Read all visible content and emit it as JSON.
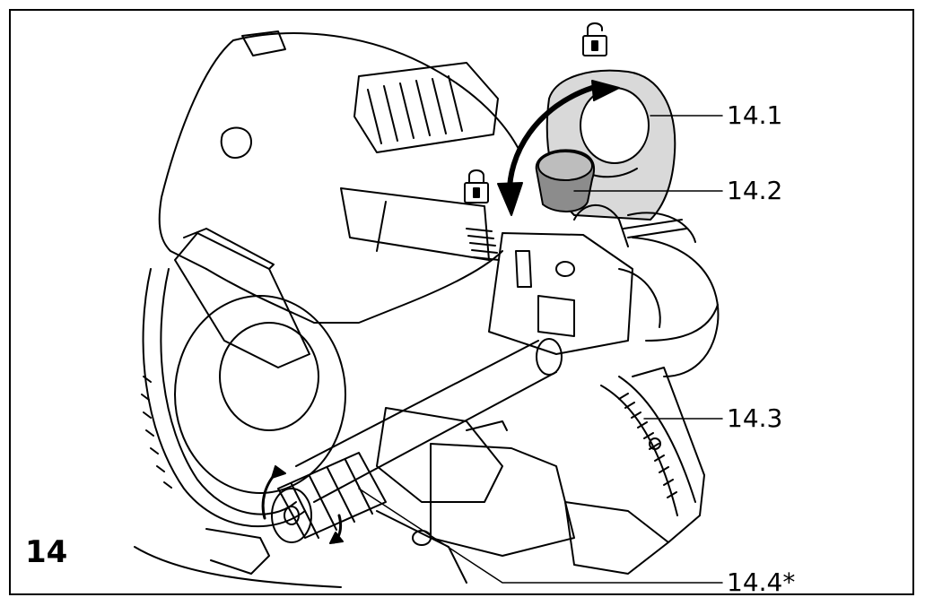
{
  "figure": {
    "number": "14"
  },
  "callouts": [
    {
      "id": "c1",
      "label": "14.1"
    },
    {
      "id": "c2",
      "label": "14.2"
    },
    {
      "id": "c3",
      "label": "14.3"
    },
    {
      "id": "c4",
      "label": "14.4*"
    }
  ],
  "icons": {
    "unlocked": "padlock-open-icon",
    "locked": "padlock-closed-icon"
  }
}
